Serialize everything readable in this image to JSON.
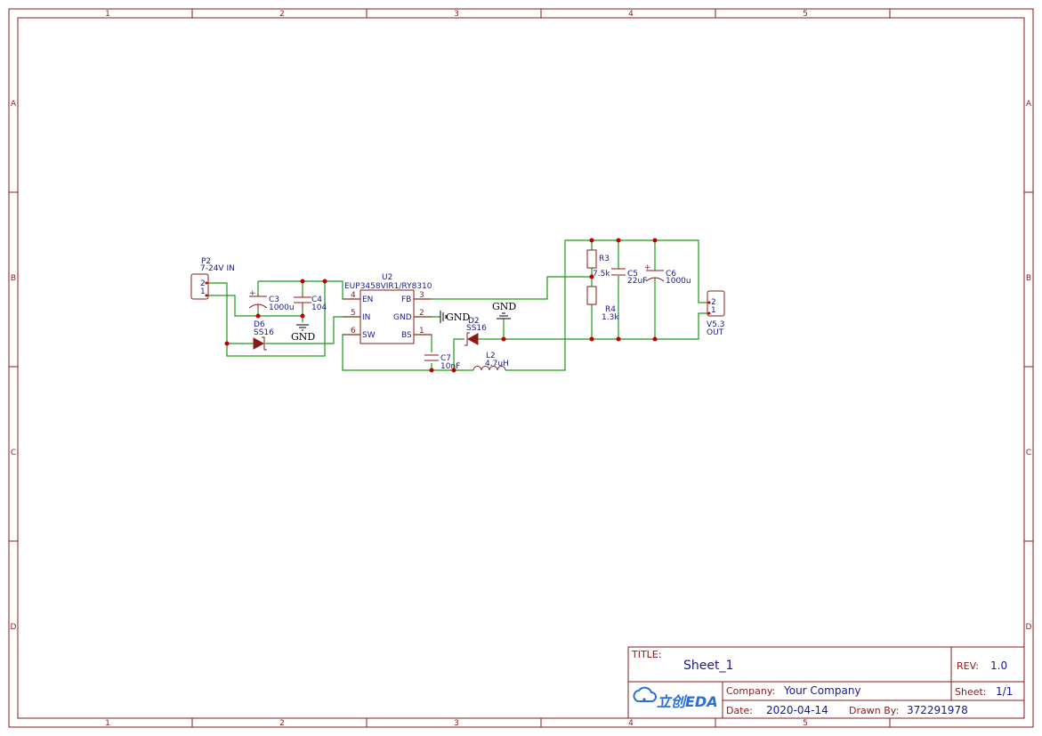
{
  "border": {
    "columns": [
      "1",
      "2",
      "3",
      "4",
      "5"
    ],
    "rows": [
      "A",
      "B",
      "C",
      "D"
    ]
  },
  "components": {
    "p2": {
      "designator": "P2",
      "value": "7-24V IN",
      "pins": [
        "2",
        "1"
      ]
    },
    "c3": {
      "designator": "C3",
      "value": "1000u"
    },
    "c4": {
      "designator": "C4",
      "value": "104"
    },
    "gnd1": {
      "label": "GND"
    },
    "d6": {
      "designator": "D6",
      "value": "SS16"
    },
    "u2": {
      "designator": "U2",
      "value": "EUP3458VIR1/RY8310",
      "pins": [
        {
          "num": "4",
          "name": "EN"
        },
        {
          "num": "5",
          "name": "IN"
        },
        {
          "num": "6",
          "name": "SW"
        },
        {
          "num": "3",
          "name": "FB"
        },
        {
          "num": "2",
          "name": "GND"
        },
        {
          "num": "1",
          "name": "BS"
        }
      ]
    },
    "gnd2": {
      "label": "GND"
    },
    "gnd3": {
      "label": "GND"
    },
    "d2": {
      "designator": "D2",
      "value": "SS16"
    },
    "c7": {
      "designator": "C7",
      "value": "10nF"
    },
    "l2": {
      "designator": "L2",
      "value": "4.7uH"
    },
    "r3": {
      "designator": "R3",
      "value": "7.5k"
    },
    "r4": {
      "designator": "R4",
      "value": "1.3k"
    },
    "c5": {
      "designator": "C5",
      "value": "22uF"
    },
    "c6": {
      "designator": "C6",
      "value": "1000u"
    },
    "out": {
      "designator": "V5.3",
      "value": "OUT",
      "pins": [
        "2",
        "1"
      ]
    }
  },
  "title_block": {
    "title_label": "TITLE:",
    "title": "Sheet_1",
    "rev_label": "REV:",
    "rev": "1.0",
    "company_label": "Company:",
    "company": "Your Company",
    "sheet_label": "Sheet:",
    "sheet": "1/1",
    "date_label": "Date:",
    "date": "2020-04-14",
    "drawn_label": "Drawn By:",
    "drawn_by": "372291978",
    "logo_text": "立创EDA"
  },
  "colors": {
    "frame": "#8b1a1a",
    "wire": "#1a9a1a",
    "text": "#1a1a8b",
    "junction": "#c00000",
    "logo": "#2b6fd6"
  }
}
